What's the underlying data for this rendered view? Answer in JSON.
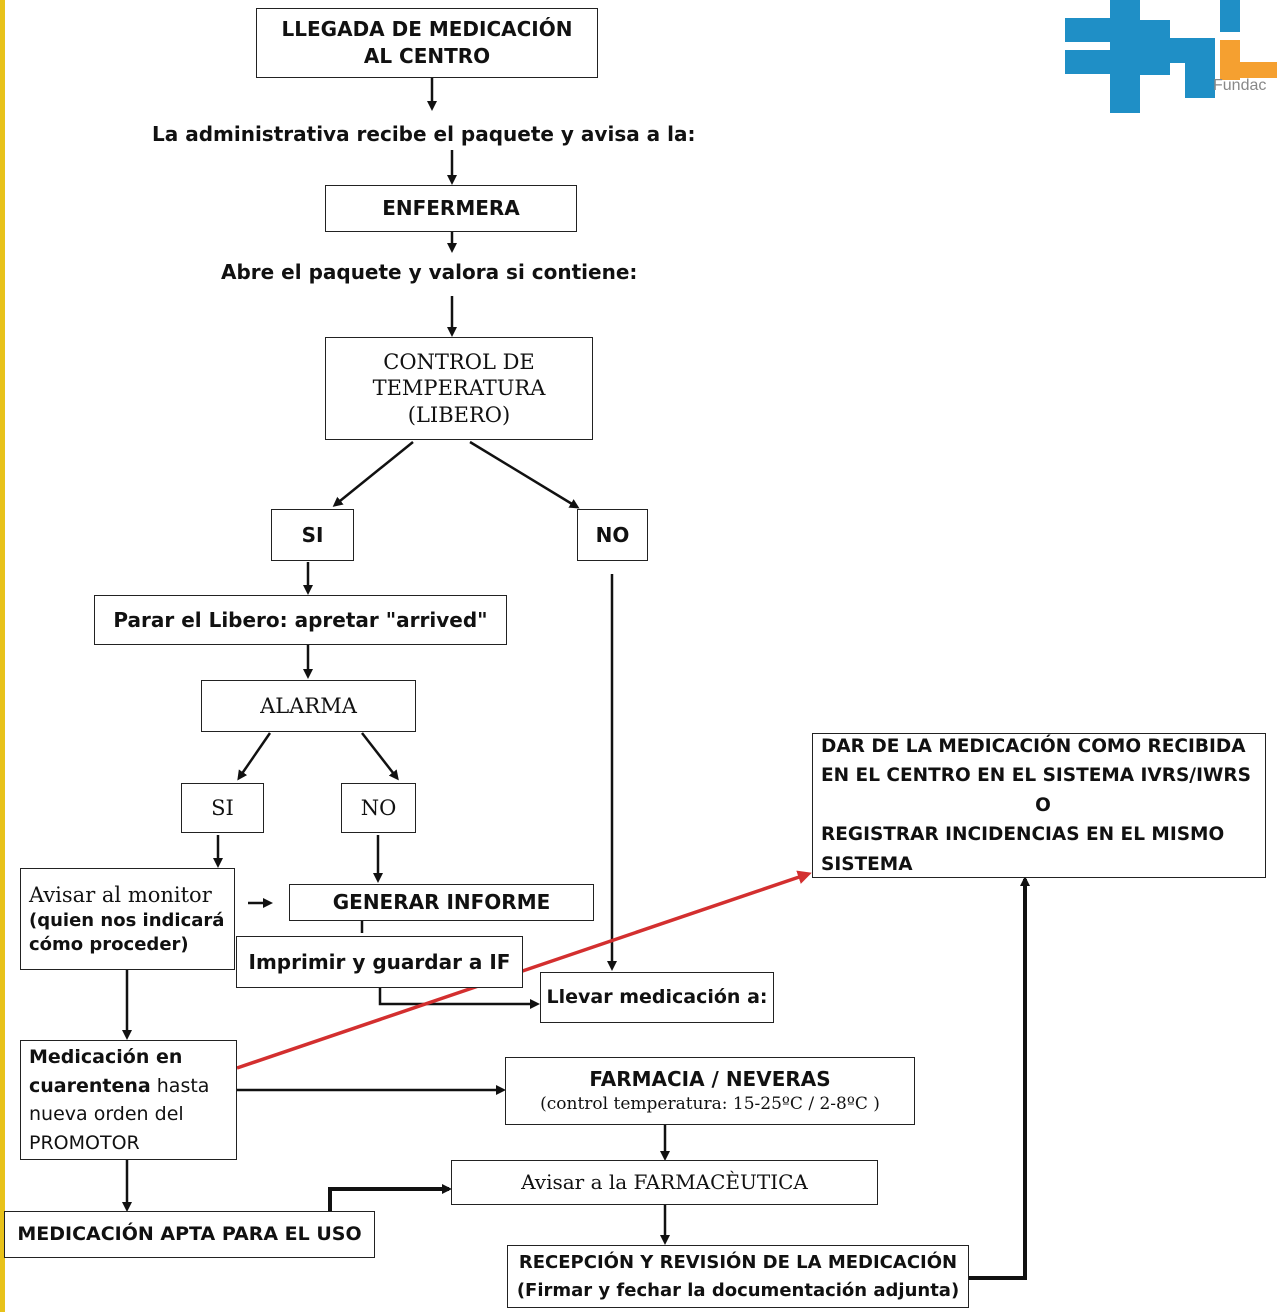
{
  "nodes": {
    "llegada_1": "LLEGADA DE MEDICACIÓN",
    "llegada_2": "AL CENTRO",
    "recibe": "La administrativa recibe el paquete y avisa a la:",
    "enfermera": "ENFERMERA",
    "abre": "Abre el paquete y valora si contiene:",
    "control_1": "CONTROL DE",
    "control_2": "TEMPERATURA",
    "control_3": "(LIBERO)",
    "si_1": "SI",
    "no_1": "NO",
    "parar": "Parar el Libero: apretar \"arrived\"",
    "alarma": "ALARMA",
    "si_2": "SI",
    "no_2": "NO",
    "avisar_monitor_1": "Avisar al monitor",
    "avisar_monitor_2": "(quien nos indicará",
    "avisar_monitor_3": "cómo proceder)",
    "generar": "GENERAR INFORME",
    "imprimir": "Imprimir y guardar a IF",
    "llevar": "Llevar medicación a:",
    "cuarentena_1": "Medicación en",
    "cuarentena_2a": "cuarentena",
    "cuarentena_2b": " hasta",
    "cuarentena_3": "nueva orden del",
    "cuarentena_4": "PROMOTOR",
    "farmacia_1": "FARMACIA / NEVERAS",
    "farmacia_2": "(control temperatura: 15-25ºC / 2-8ºC )",
    "dar_1": "DAR DE LA MEDICACIÓN COMO RECIBIDA",
    "dar_2": "EN EL CENTRO EN EL SISTEMA IVRS/IWRS",
    "dar_3": "O",
    "dar_4": "REGISTRAR INCIDENCIAS EN EL MISMO",
    "dar_5": "SISTEMA",
    "avisar_farm_1": "Avisar a la ",
    "avisar_farm_2": "FARMACÈUTICA",
    "apta": "MEDICACIÓN APTA PARA EL USO",
    "recepcion_1": "RECEPCIÓN Y REVISIÓN DE LA MEDICACIÓN",
    "recepcion_2": "(Firmar y fechar la documentación adjunta)"
  },
  "logo": {
    "text_partial": "Fundac"
  },
  "colors": {
    "accent_yellow": "#e8c21a",
    "logo_blue": "#1f8fc6",
    "logo_orange": "#f5a030",
    "red_arrow": "#d32f2f"
  }
}
